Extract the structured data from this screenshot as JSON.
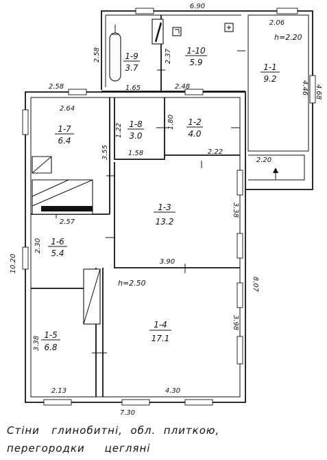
{
  "rooms": [
    {
      "id": "1-9",
      "area": "3.7"
    },
    {
      "id": "1-10",
      "area": "5.9"
    },
    {
      "id": "1-1",
      "area": "9.2"
    },
    {
      "id": "1-7",
      "area": "6.4"
    },
    {
      "id": "1-8",
      "area": "3.0"
    },
    {
      "id": "1-2",
      "area": "4.0"
    },
    {
      "id": "1-3",
      "area": "13.2"
    },
    {
      "id": "1-6",
      "area": "5.4"
    },
    {
      "id": "1-4",
      "area": "17.1"
    },
    {
      "id": "1-5",
      "area": "6.8"
    }
  ],
  "dimensions": {
    "top_total": "6.90",
    "d_2_06": "2.06",
    "d_2_58_side": "2.58",
    "d_2_37": "2.37",
    "d_4_46": "4.46",
    "d_4_68": "4.68",
    "d_2_58_top": "2.58",
    "d_1_65": "1.65",
    "d_2_48": "2.48",
    "d_2_64": "2.64",
    "d_1_22": "1.22",
    "d_1_80": "1.80",
    "d_3_55": "3.55",
    "d_1_58": "1.58",
    "d_2_22": "2.22",
    "d_2_20": "2.20",
    "d_2_57": "2.57",
    "d_3_38_right": "3.38",
    "d_2_30": "2.30",
    "d_10_20": "10.20",
    "d_3_90": "3.90",
    "d_8_07": "8.07",
    "d_3_98": "3.98",
    "d_3_38_left": "3.38",
    "d_2_13": "2.13",
    "d_4_30": "4.30",
    "bottom_total": "7.30"
  },
  "heights": {
    "ext": "h=2.20",
    "main": "h=2.50"
  },
  "caption": {
    "line1": "Стіни   глинобитні,  обл.  плиткою,",
    "line2": "перегородки     цегляні"
  }
}
